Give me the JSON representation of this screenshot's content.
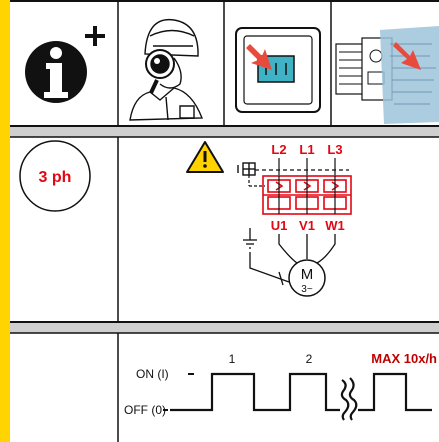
{
  "colors": {
    "accent_yellow": "#ffd400",
    "red": "#e30613",
    "black": "#111111",
    "grey": "#8c8c8c",
    "light_grey": "#cfcfcf",
    "dark_red": "#c00000",
    "warning_yellow": "#ffd200",
    "blueprint_blue": "#9ec3db"
  },
  "icons": {
    "info": "info-plus-icon",
    "technician": "technician-magnifier-icon",
    "control_box": "control-box-icon",
    "motor_blueprint": "motor-blueprint-icon",
    "warning": "warning-triangle-icon",
    "motor": "motor-symbol-icon",
    "ground": "ground-icon"
  },
  "wiring": {
    "phase_badge": "3 ph",
    "lines": [
      "L2",
      "L1",
      "L3"
    ],
    "terminals": [
      "U1",
      "V1",
      "W1"
    ],
    "motor_letter": "M",
    "motor_type": "3~"
  },
  "cycle": {
    "on_label": "ON (I)",
    "off_label": "OFF (0)",
    "pulse_1": "1",
    "pulse_2": "2",
    "max_label": "MAX 10x/h"
  }
}
